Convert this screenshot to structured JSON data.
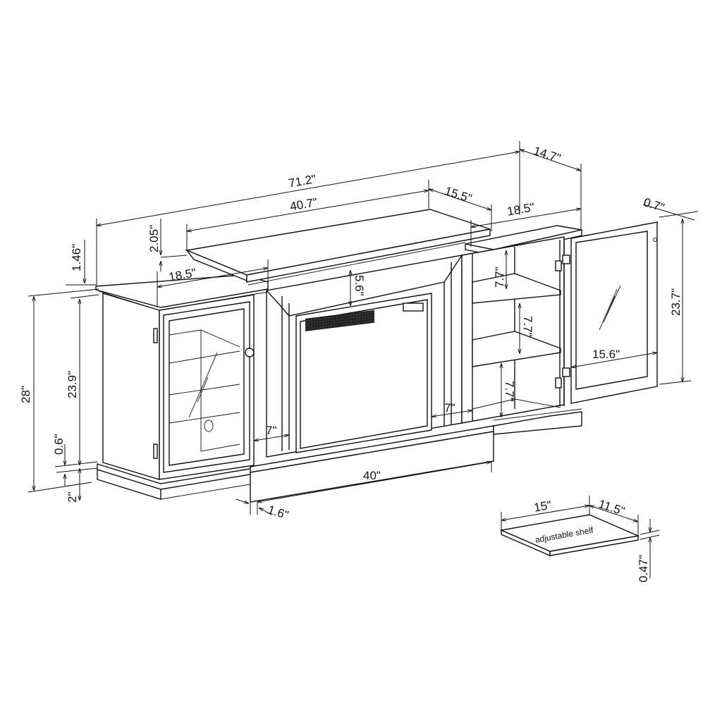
{
  "diagram": {
    "subject": "fireplace TV stand with glass-door side cabinets",
    "dimensions": {
      "overall_width": "71.2\"",
      "top_center_width": "40.7\"",
      "top_center_depth": "15.5\"",
      "side_top_width_left": "18.5\"",
      "side_top_width_right": "18.5\"",
      "overall_depth": "14.7\"",
      "top_step_height": "2.05\"",
      "side_top_thickness": "1.46\"",
      "overall_height": "28\"",
      "cabinet_height": "23.9\"",
      "base_gap": "0.6\"",
      "base_height": "2\"",
      "firebox_top_gap": "5.6\"",
      "left_pillar_width": "7\"",
      "right_pillar_width": "7\"",
      "hearth_width": "40\"",
      "hearth_projection": "1.6\"",
      "shelf_spacing_top": "7.7\"",
      "shelf_spacing_mid": "7.7\"",
      "shelf_spacing_bottom": "7.7\"",
      "door_width": "15.6\"",
      "door_height": "23.7\"",
      "door_thickness": "0.7\""
    },
    "shelf_detail": {
      "label": "adjustable shelf",
      "width": "15\"",
      "depth": "11.5\"",
      "thickness": "0.47\""
    }
  }
}
